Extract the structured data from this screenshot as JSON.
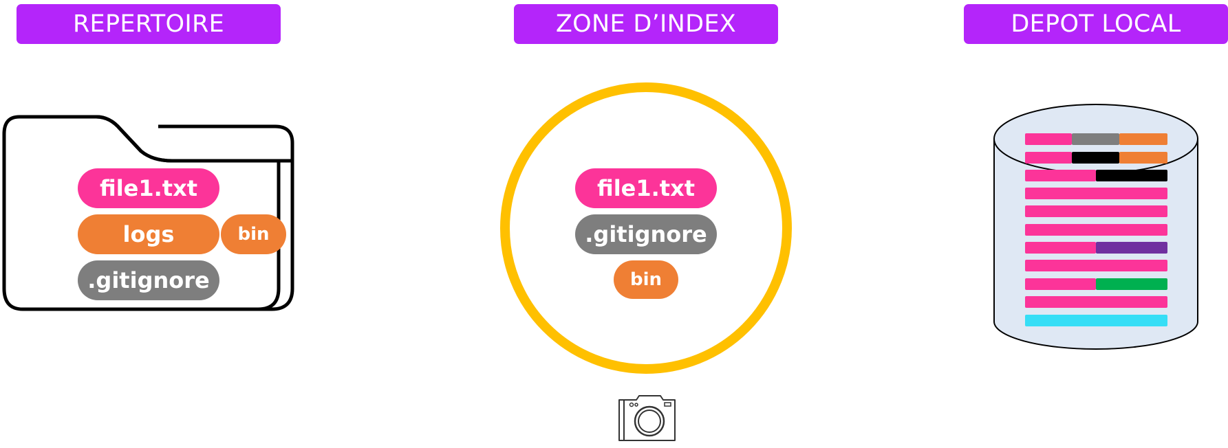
{
  "headers": {
    "repertoire": "REPERTOIRE",
    "zone_index": "ZONE D’INDEX",
    "depot_local": "DEPOT LOCAL"
  },
  "repertoire_files": {
    "file1": "file1.txt",
    "logs": "logs",
    "bin": "bin",
    "gitignore": ".gitignore"
  },
  "index_files": {
    "file1": "file1.txt",
    "gitignore": ".gitignore",
    "bin": "bin"
  },
  "icons": {
    "folder": "folder-icon",
    "circle": "staging-circle",
    "database": "database-icon",
    "camera": "camera-icon"
  },
  "colors": {
    "header_bg": "#b425fa",
    "pink": "#fc3499",
    "orange": "#ef7f34",
    "gray": "#7e7e7e",
    "yellow": "#ffc000",
    "purple": "#7030a0",
    "green": "#00b050",
    "cyan": "#36def6",
    "black": "#000000",
    "db_fill": "#dfe8f4"
  }
}
